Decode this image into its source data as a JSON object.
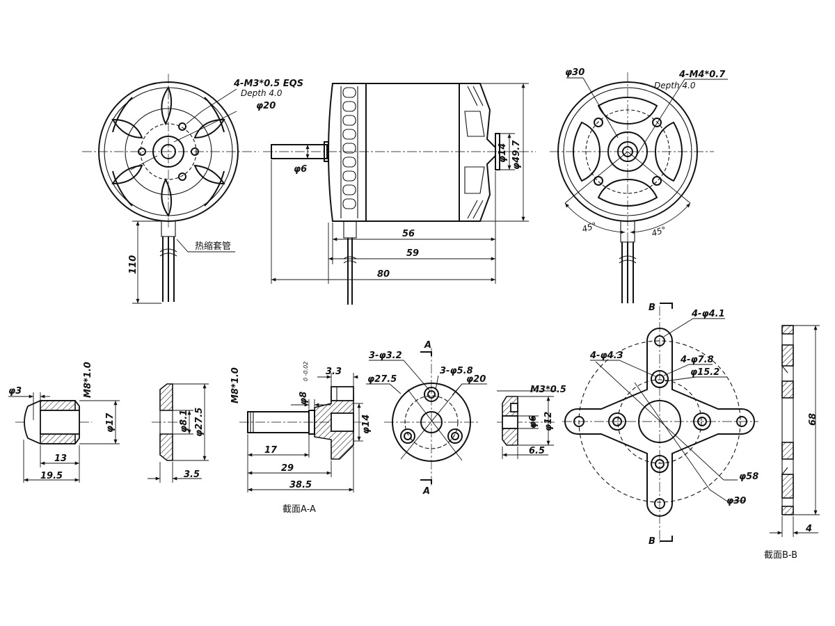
{
  "labels": {
    "front_thread": "4-M3*0.5 EQS",
    "front_depth": "Depth 4.0",
    "front_dia20": "φ20",
    "front_heatshrink": "热缩套管",
    "front_lead": "110",
    "side_shaft": "φ6",
    "side_d14": "φ14",
    "side_d497": "φ49.7",
    "side_56": "56",
    "side_59": "59",
    "side_80": "80",
    "rear_d30": "φ30",
    "rear_thread": "4-M4*0.7",
    "rear_depth": "Depth 4.0",
    "rear_45a": "45°",
    "rear_45b": "45°",
    "spinner_d3": "φ3",
    "spinner_m8": "M8*1.0",
    "spinner_d17": "φ17",
    "spinner_13": "13",
    "spinner_195": "19.5",
    "washer_d81": "φ8.1",
    "washer_d275": "φ27.5",
    "washer_35": "3.5",
    "adapter_m8": "M8*1.0",
    "adapter_d8": "φ8",
    "adapter_tol": "0\n-0.02",
    "adapter_33": "3.3",
    "adapter_d14": "φ14",
    "adapter_17": "17",
    "adapter_29": "29",
    "adapter_385": "38.5",
    "adapter_caption": "截面A-A",
    "flange_3d32": "3-φ3.2",
    "flange_3d58": "3-φ5.8",
    "flange_d275": "φ27.5",
    "flange_d20": "φ20",
    "flange_a_top": "A",
    "flange_a_bottom": "A",
    "nut_m3": "M3*0.5",
    "nut_d6": "φ6",
    "nut_d12": "φ12",
    "nut_65": "6.5",
    "mount_b_top": "B",
    "mount_b_bottom": "B",
    "mount_4d41": "4-φ4.1",
    "mount_4d43": "4-φ4.3",
    "mount_4d78": "4-φ7.8",
    "mount_d152": "φ15.2",
    "mount_d58": "φ58",
    "mount_d30": "φ30",
    "section_68": "68",
    "section_4": "4",
    "section_caption": "截面B-B"
  },
  "icons": {
    "section_arrow": "section-arrow-icon"
  }
}
